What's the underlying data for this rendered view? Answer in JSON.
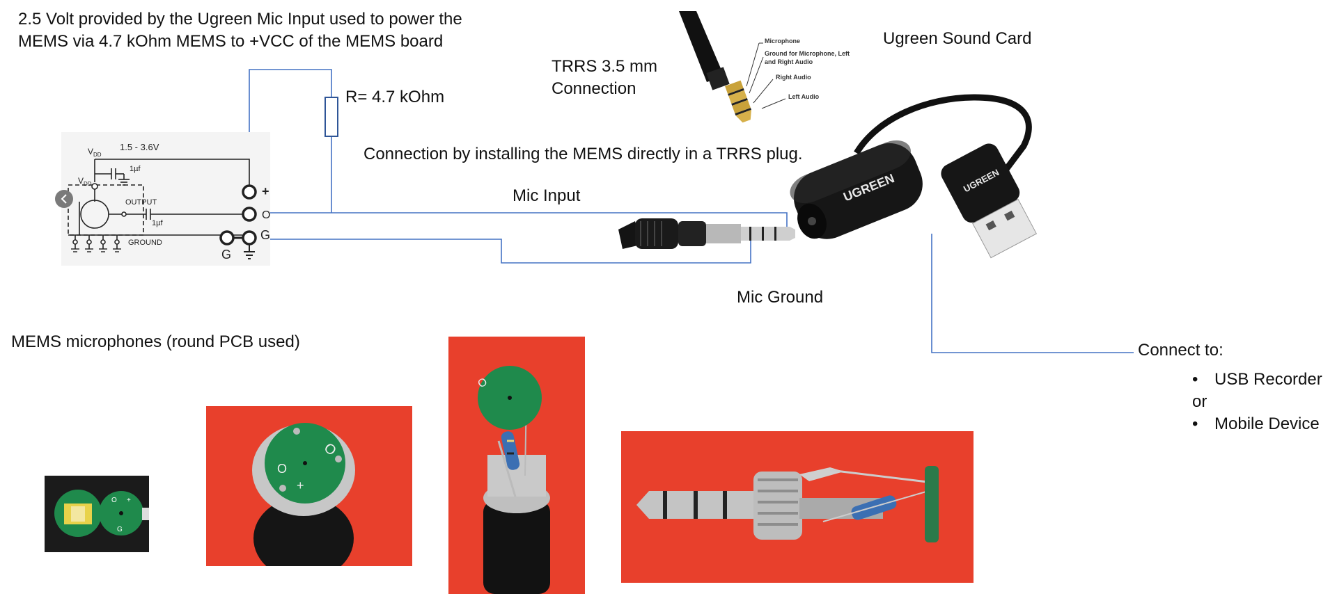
{
  "notes": {
    "power_line1": "2.5 Volt provided by the Ugreen Mic Input used to power the",
    "power_line2": "MEMS via 4.7 kOhm MEMS  to +VCC of the MEMS board",
    "trrs_line1": "TRRS 3.5 mm",
    "trrs_line2": "Connection",
    "resistor": "R= 4.7 kOhm",
    "install": "Connection by installing the MEMS directly in a TRRS plug.",
    "mic_input": "Mic Input",
    "mic_ground": "Mic Ground",
    "card_title": "Ugreen Sound Card",
    "mems_caption": "MEMS microphones (round PCB used)",
    "connect_to": "Connect to:",
    "option1": "USB Recorder",
    "or": "or",
    "option2": "Mobile Device"
  },
  "schematic": {
    "vdd": "V",
    "vdd_sub": "DD",
    "voltage_range": "1.5 - 3.6V",
    "cap1": "1µf",
    "cap2": "1µf",
    "output": "OUTPUT",
    "ground": "GROUND",
    "pin_plus": "+",
    "pin_out": "O",
    "pin_g": "G",
    "pin_g2": "G"
  },
  "plug_diagram": {
    "microphone": "Microphone",
    "ground_line1": "Ground for Microphone, Left",
    "ground_line2": "and Right Audio",
    "right_audio": "Right Audio",
    "left_audio": "Left Audio"
  },
  "brand": {
    "logo_dongle": "UGREEN",
    "logo_usb": "UGREEN"
  },
  "pcb_marks": {
    "label1": "O",
    "label2": "+",
    "label3": "G"
  },
  "colors": {
    "wire": "#4472c4",
    "photo_background": "#e8402c",
    "pcb": "#1f8a4c"
  }
}
